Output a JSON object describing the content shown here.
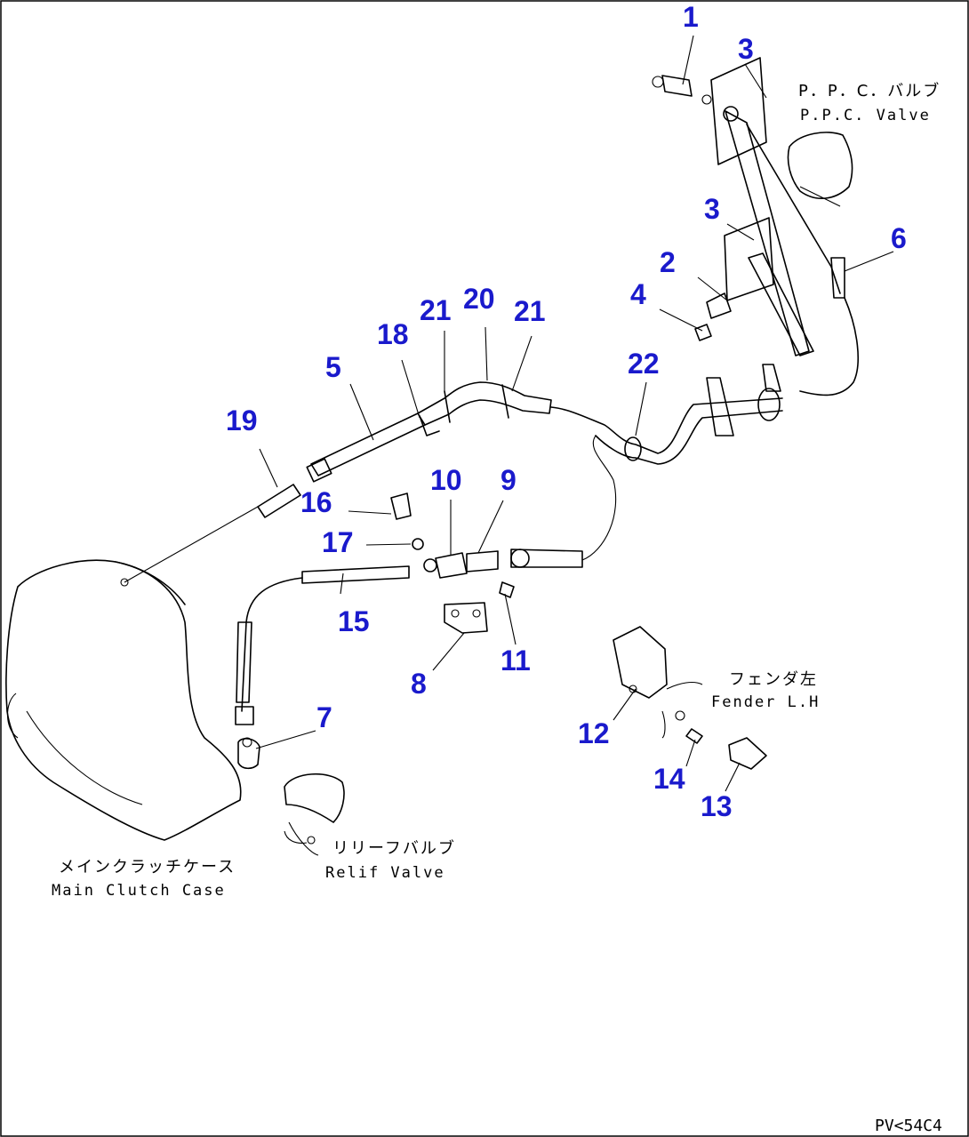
{
  "callouts": [
    {
      "id": "c1",
      "text": "1"
    },
    {
      "id": "c2",
      "text": "2"
    },
    {
      "id": "c3a",
      "text": "3"
    },
    {
      "id": "c3b",
      "text": "3"
    },
    {
      "id": "c4",
      "text": "4"
    },
    {
      "id": "c5",
      "text": "5"
    },
    {
      "id": "c6",
      "text": "6"
    },
    {
      "id": "c7",
      "text": "7"
    },
    {
      "id": "c8",
      "text": "8"
    },
    {
      "id": "c9",
      "text": "9"
    },
    {
      "id": "c10",
      "text": "10"
    },
    {
      "id": "c11",
      "text": "11"
    },
    {
      "id": "c12",
      "text": "12"
    },
    {
      "id": "c13",
      "text": "13"
    },
    {
      "id": "c14",
      "text": "14"
    },
    {
      "id": "c15",
      "text": "15"
    },
    {
      "id": "c16",
      "text": "16"
    },
    {
      "id": "c17",
      "text": "17"
    },
    {
      "id": "c18",
      "text": "18"
    },
    {
      "id": "c19",
      "text": "19"
    },
    {
      "id": "c20",
      "text": "20"
    },
    {
      "id": "c21a",
      "text": "21"
    },
    {
      "id": "c21b",
      "text": "21"
    },
    {
      "id": "c22",
      "text": "22"
    }
  ],
  "labels": {
    "ppc_valve_jp": "P．P．C．バルブ",
    "ppc_valve_en": "P.P.C. Valve",
    "fender_jp": "フェンダ左",
    "fender_en": "Fender L.H",
    "main_clutch_jp": "メインクラッチケース",
    "main_clutch_en": "Main Clutch Case",
    "relief_valve_jp": "リリーフバルブ",
    "relief_valve_en": "Relif Valve"
  },
  "figure_code": "PV<54C4"
}
